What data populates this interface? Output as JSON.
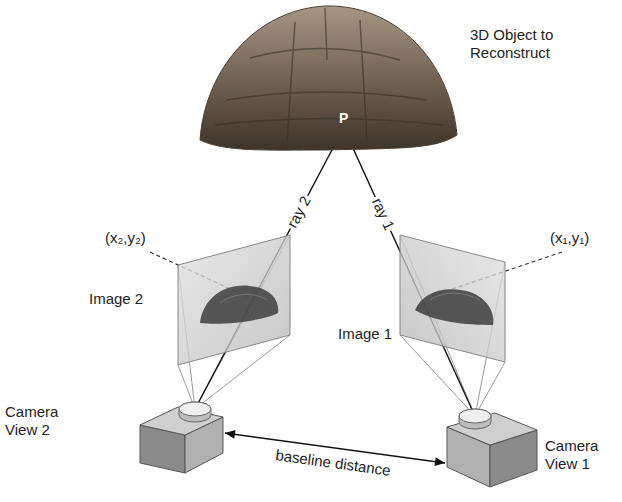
{
  "diagram": {
    "nodes": [
      {
        "text": [
          "P",
          "3D Object to Reconstruct"
        ]
      },
      {
        "text": [
          "Image 2"
        ]
      },
      {
        "text": [
          "Image 1"
        ]
      },
      {
        "text": [
          "Camera View 2"
        ]
      },
      {
        "text": [
          "Camera View 1"
        ]
      }
    ],
    "edges": [
      {
        "from": 0,
        "to": 3,
        "label": "ray 2",
        "arrow": "none"
      },
      {
        "from": 0,
        "to": 4,
        "label": "ray 1",
        "arrow": "none"
      },
      {
        "from": 3,
        "to": 4,
        "label": "baseline distance",
        "arrow": "both"
      }
    ],
    "labels": [
      "(x₂,y₂)",
      "(x₁,y₁)"
    ]
  }
}
